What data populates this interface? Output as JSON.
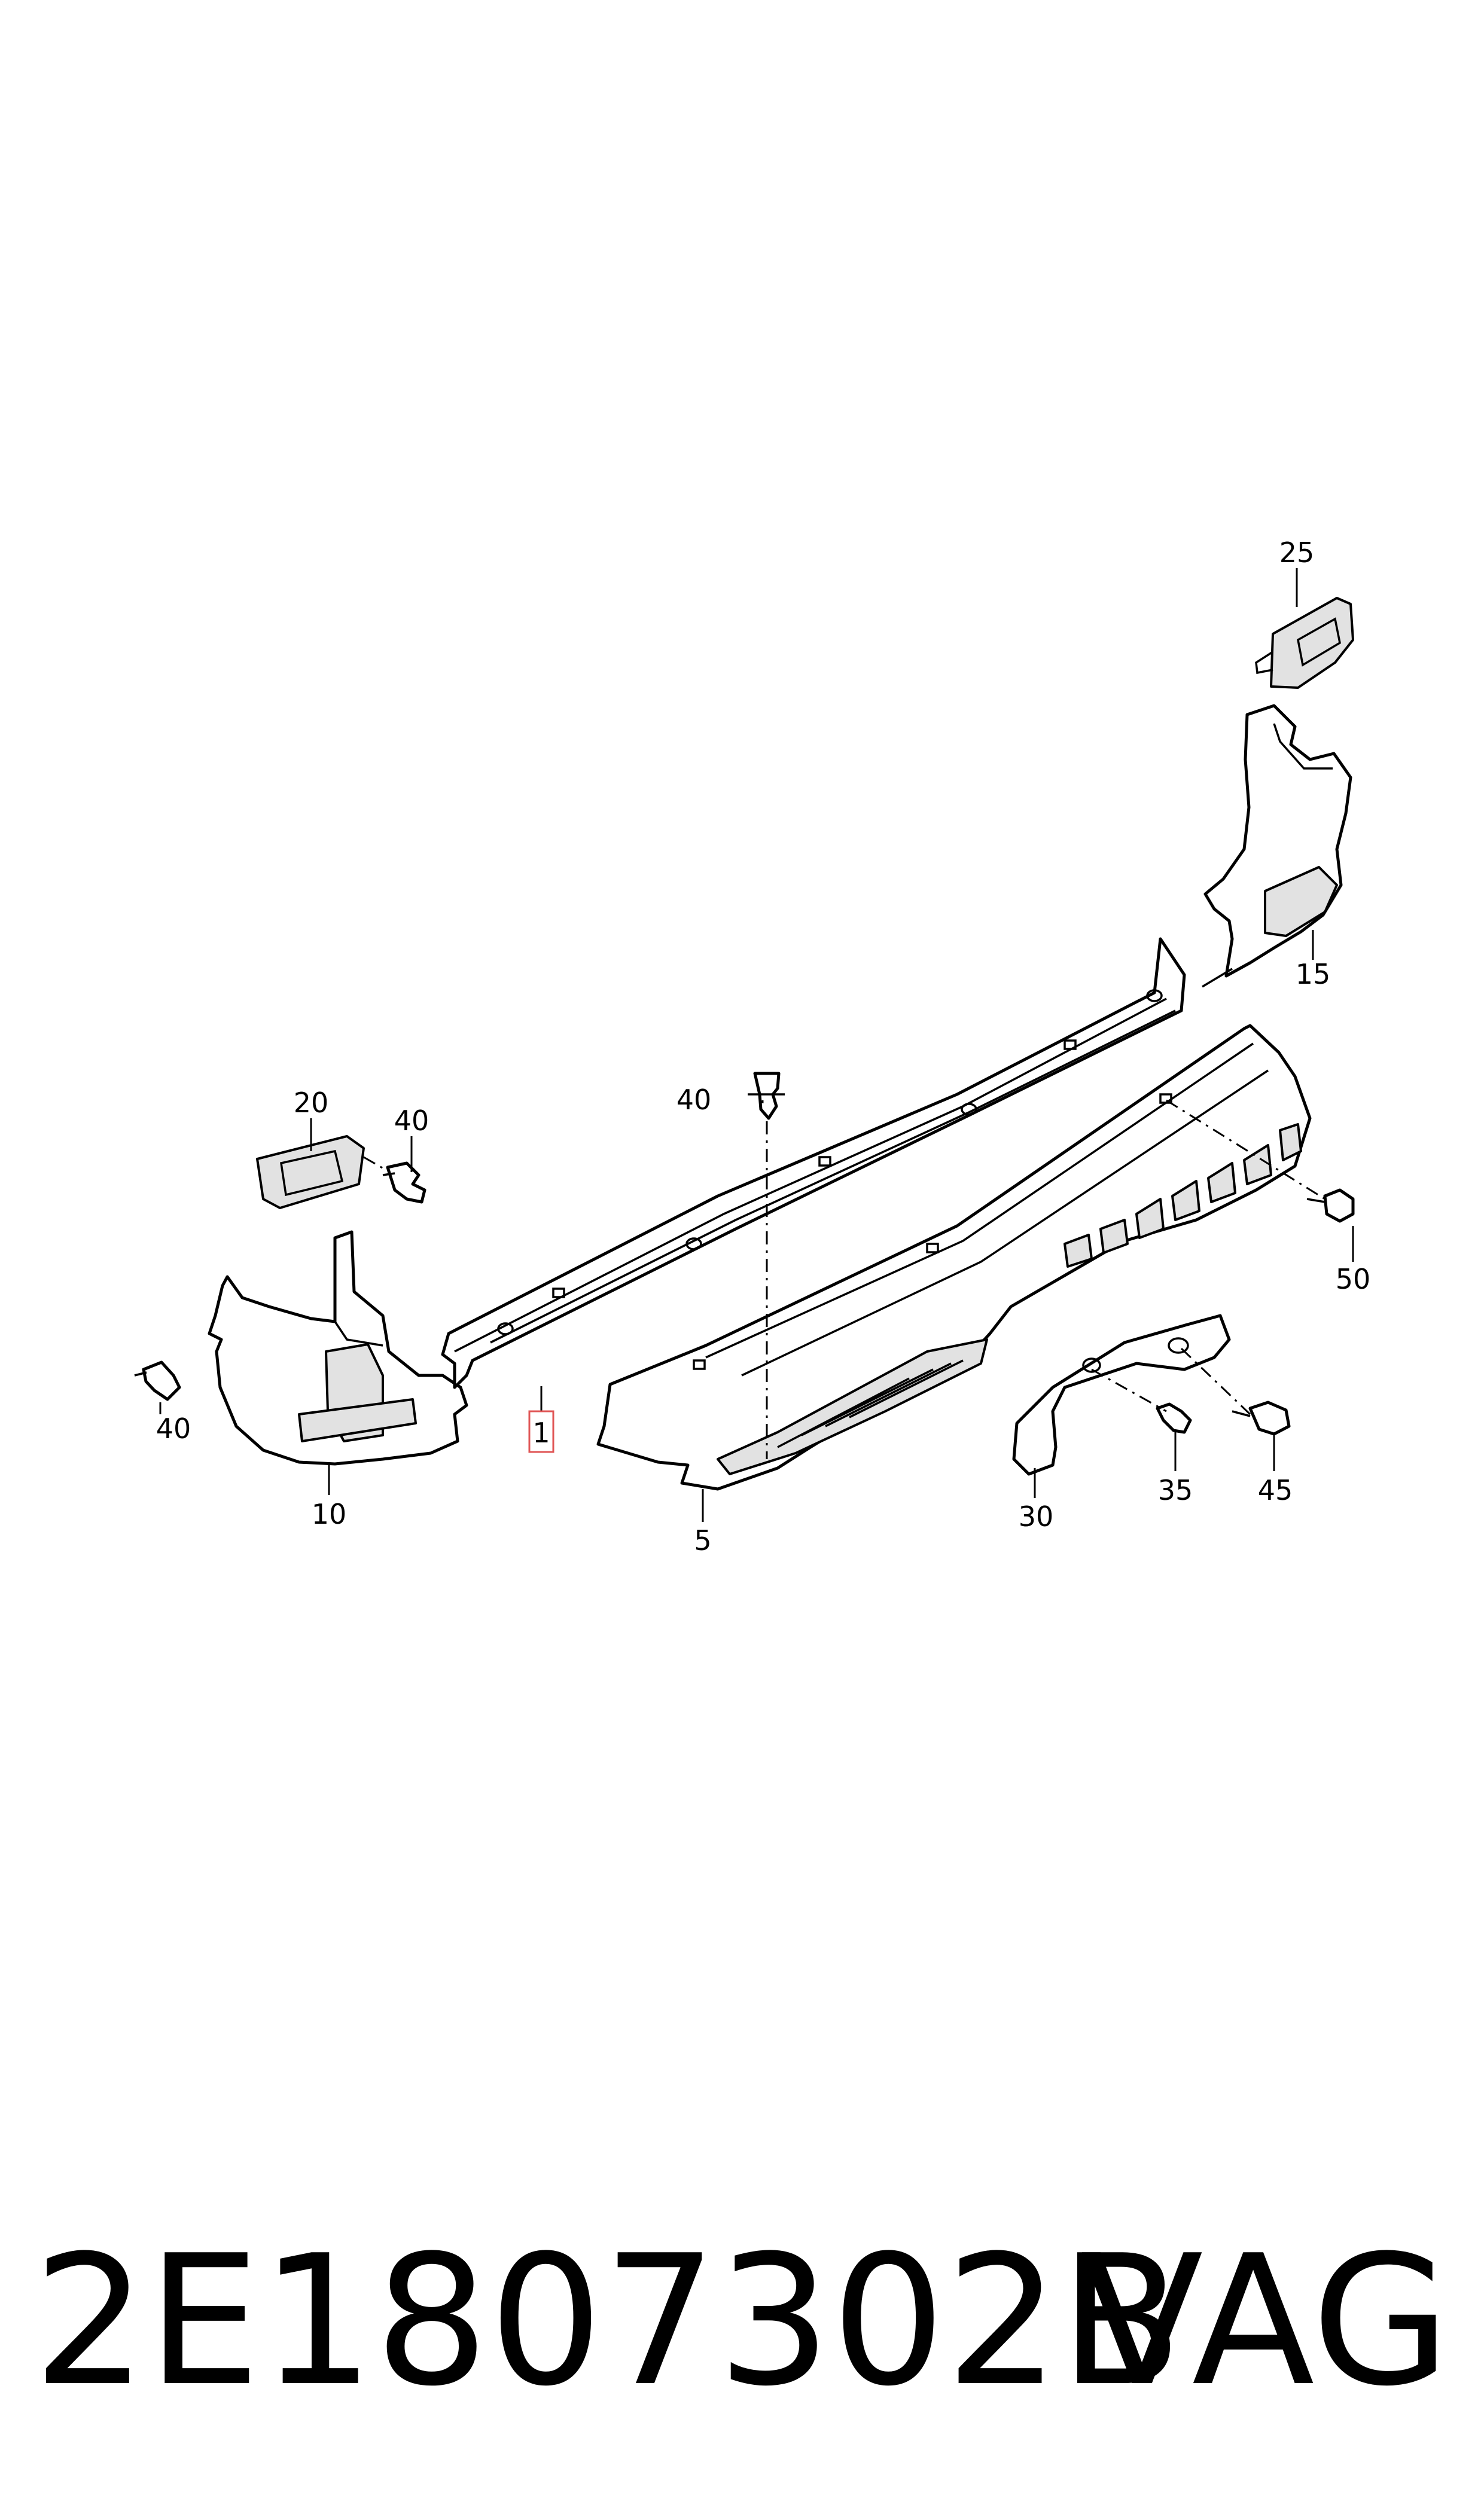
{
  "diagram": {
    "callouts": {
      "c1": "1",
      "c5": "5",
      "c10": "10",
      "c15": "15",
      "c20": "20",
      "c25": "25",
      "c30": "30",
      "c35": "35",
      "c40a": "40",
      "c40b": "40",
      "c40c": "40",
      "c45": "45",
      "c50": "50"
    },
    "highlighted_callout": "1"
  },
  "footer": {
    "part_number": "2E1807302B",
    "brand": "VAG"
  }
}
